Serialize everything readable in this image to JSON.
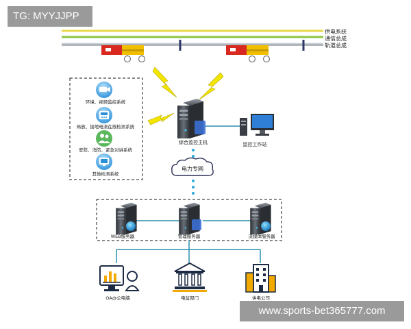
{
  "watermark_top": "TG: MYYJJPP",
  "watermark_bottom": "www.sports-bet365777.com",
  "rails": {
    "power": "供电系统",
    "comm": "通信总成",
    "track": "轨道总成"
  },
  "left_systems": [
    {
      "label": "环境、视频监控系统",
      "icon": "camera-icon"
    },
    {
      "label": "局放、接地电流在线检测系统",
      "icon": "detector-icon"
    },
    {
      "label": "安防、消防、紧急对讲系统",
      "icon": "people-icon"
    },
    {
      "label": "其他检测系统",
      "icon": "monitor-icon"
    }
  ],
  "main_host": "综合监控主机",
  "workstation": "监控工作站",
  "network": "电力专网",
  "servers": {
    "web": "WEB服务器",
    "mgmt": "管理服务器",
    "stream": "流媒体服务器"
  },
  "endpoints": {
    "oa": "OA办公电脑",
    "regulator": "电监部门",
    "supplier": "供电公司"
  },
  "colors": {
    "power_line": "#e8d84a",
    "comm_line": "#8cc63f",
    "track_line": "#b0b6bc",
    "accent_blue": "#1f8fd6",
    "link_teal": "#2a8fb0",
    "robot_red": "#d9281f",
    "robot_yellow": "#f0c000",
    "lightning": "#f2e500"
  }
}
